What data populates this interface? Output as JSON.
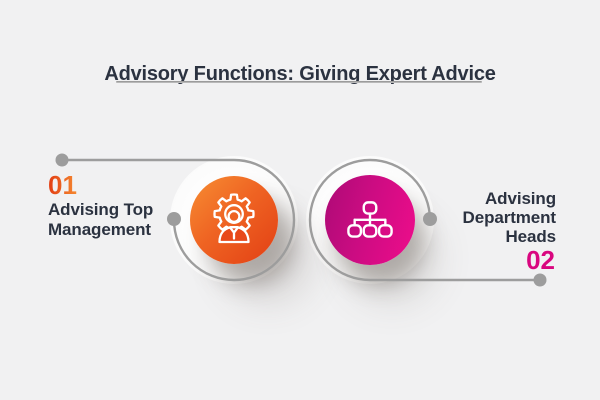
{
  "title": "Advisory Functions: Giving Expert Advice",
  "steps": [
    {
      "number": "01",
      "label": "Advising Top Management",
      "label_lines": [
        "Advising Top",
        "Management"
      ],
      "icon": "gear-manager-icon",
      "number_color": "#E8481B",
      "circle_gradient_start": "#F78E33",
      "circle_gradient_end": "#E23F14"
    },
    {
      "number": "02",
      "label": "Advising Department Heads",
      "label_lines": [
        "Advising",
        "Department",
        "Heads"
      ],
      "icon": "org-chart-icon",
      "number_color": "#D9067F",
      "circle_gradient_start": "#AD0A76",
      "circle_gradient_end": "#EE0D8B"
    }
  ],
  "colors": {
    "background": "#F1F1F2",
    "heading_text": "#2B3240",
    "label_text": "#2B3240",
    "connector": "#9D9D9D",
    "halo": "#FCFCFC",
    "icon_stroke": "#FFFFFF"
  }
}
